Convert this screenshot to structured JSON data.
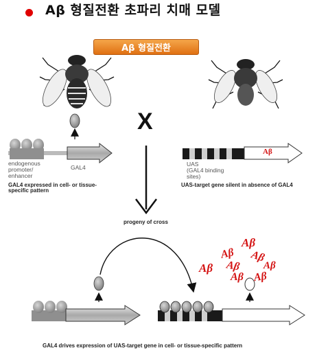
{
  "header": {
    "title": "Aβ 형질전환 초파리 치매 모델"
  },
  "badge": {
    "label": "Aβ 형질전환"
  },
  "cross_symbol": "X",
  "driver": {
    "enhancer_label": "endogenous\npromoter/\nenhancer",
    "gene_label": "GAL4",
    "caption": "GAL4 expressed in cell- or tissue-\nspecific pattern"
  },
  "responder": {
    "uas_label": "UAS\n(GAL4 binding\nsites)",
    "gene_label": "Aβ",
    "caption": "UAS-target gene silent in absence of GAL4"
  },
  "progeny_label": "progeny of cross",
  "bottom_caption": "GAL4 drives expression of UAS-target gene in cell- or tissue-specific pattern",
  "abeta_cloud": [
    "Aβ",
    "Aβ",
    "Aβ",
    "Aβ",
    "Aβ",
    "Aβ",
    "Aβ",
    "Aβ"
  ],
  "colors": {
    "accent_red": "#d41414",
    "badge_orange": "#ee8a2a",
    "bullet_red": "#e00000"
  }
}
